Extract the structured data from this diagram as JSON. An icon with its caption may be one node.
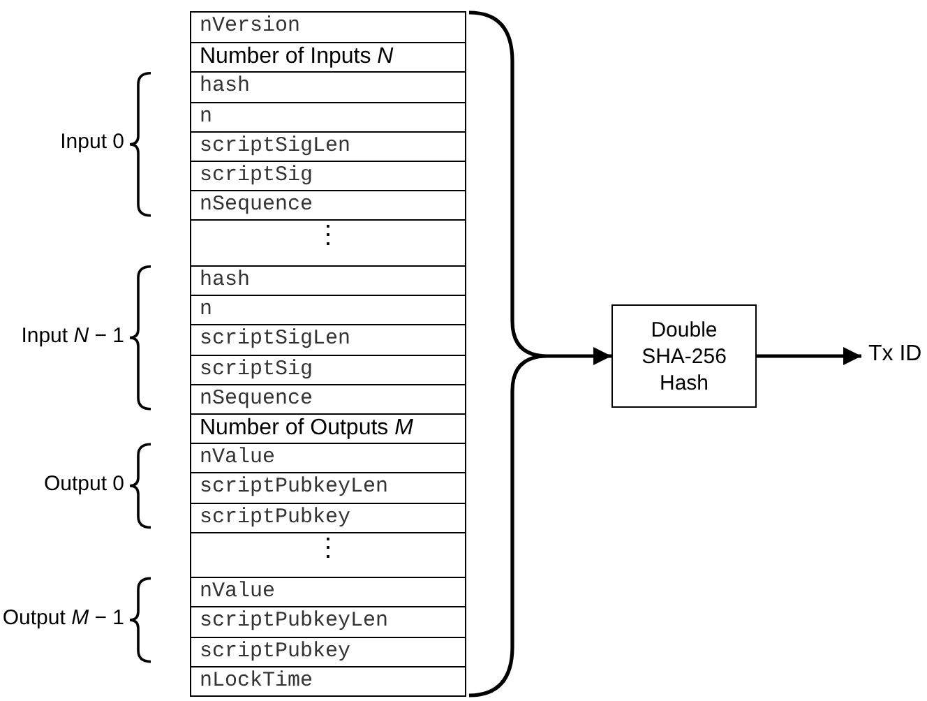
{
  "diagram": {
    "nodes": [
      {
        "text": [],
        "shape": "box"
      },
      {
        "text": [
          "nVersion"
        ],
        "in": 0
      },
      {
        "text": [
          "Number of Inputs *N*"
        ],
        "in": 0
      },
      {
        "text": [
          "hash"
        ],
        "in": 0
      },
      {
        "text": [
          "n"
        ],
        "in": 0
      },
      {
        "text": [
          "scriptSigLen"
        ],
        "in": 0
      },
      {
        "text": [
          "scriptSig"
        ],
        "in": 0
      },
      {
        "text": [
          "nSequence"
        ],
        "in": 0
      },
      {
        "text": [
          "⋮"
        ],
        "in": 0
      },
      {
        "text": [
          "hash"
        ],
        "in": 0
      },
      {
        "text": [
          "n"
        ],
        "in": 0
      },
      {
        "text": [
          "scriptSigLen"
        ],
        "in": 0
      },
      {
        "text": [
          "scriptSig"
        ],
        "in": 0
      },
      {
        "text": [
          "nSequence"
        ],
        "in": 0
      },
      {
        "text": [
          "Number of Outputs *M*"
        ],
        "in": 0
      },
      {
        "text": [
          "nValue"
        ],
        "in": 0
      },
      {
        "text": [
          "scriptPubkeyLen"
        ],
        "in": 0
      },
      {
        "text": [
          "scriptPubkey"
        ],
        "in": 0
      },
      {
        "text": [
          "⋮"
        ],
        "in": 0
      },
      {
        "text": [
          "nValue"
        ],
        "in": 0
      },
      {
        "text": [
          "scriptPubkeyLen"
        ],
        "in": 0
      },
      {
        "text": [
          "scriptPubkey"
        ],
        "in": 0
      },
      {
        "text": [
          "nLockTime"
        ],
        "in": 0
      },
      {
        "text": [
          "Double SHA-256 Hash"
        ]
      },
      {
        "text": [
          "Tx ID"
        ]
      }
    ],
    "edges": [
      {
        "from": 0,
        "to": 23,
        "arrow": "to"
      },
      {
        "from": 23,
        "to": 24,
        "arrow": "to"
      }
    ],
    "labels": [
      "Input 0",
      "Input *N* − 1",
      "Output 0",
      "Output *M* − 1"
    ]
  }
}
